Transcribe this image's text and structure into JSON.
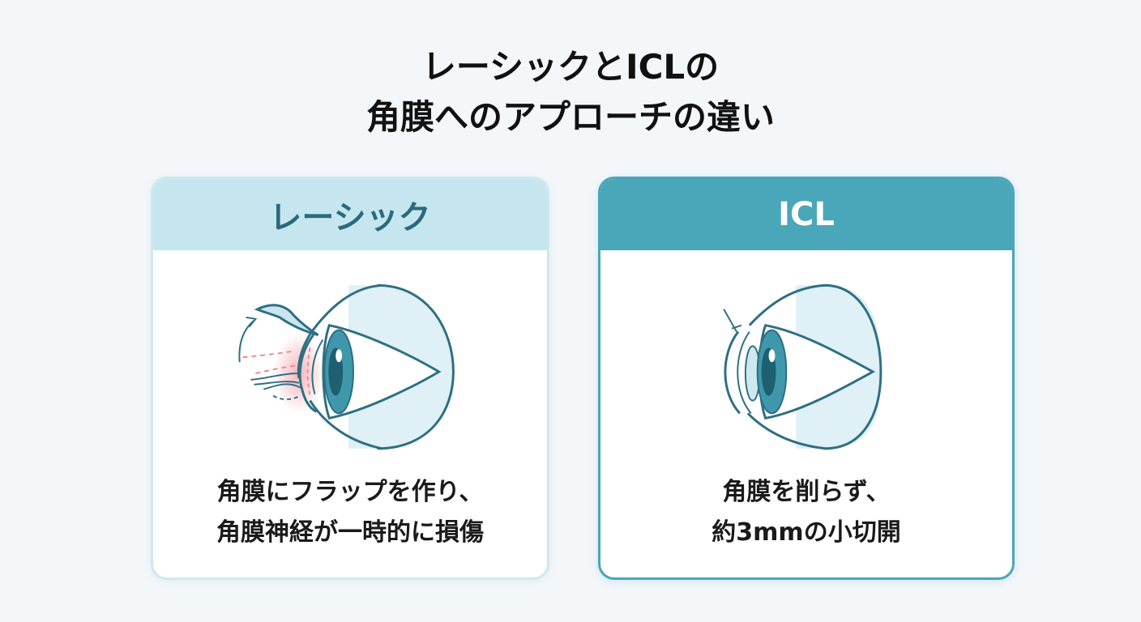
{
  "title": {
    "line1": "レーシックとICLの",
    "line2": "角膜へのアプローチの違い"
  },
  "cards": [
    {
      "header": "レーシック",
      "caption_line1": "角膜にフラップを作り、",
      "caption_line2": "角膜神経が一時的に損傷"
    },
    {
      "header": "ICL",
      "caption_line1": "角膜を削らず、",
      "caption_line2": "約3mmの小切開"
    }
  ],
  "colors": {
    "background": "#f3f7fa",
    "lasik_header": "#c6e6ef",
    "icl_header": "#4aa6b9",
    "eye_outline": "#2e6f82",
    "iris": "#3f97ab",
    "injury_highlight": "#e98a93"
  }
}
